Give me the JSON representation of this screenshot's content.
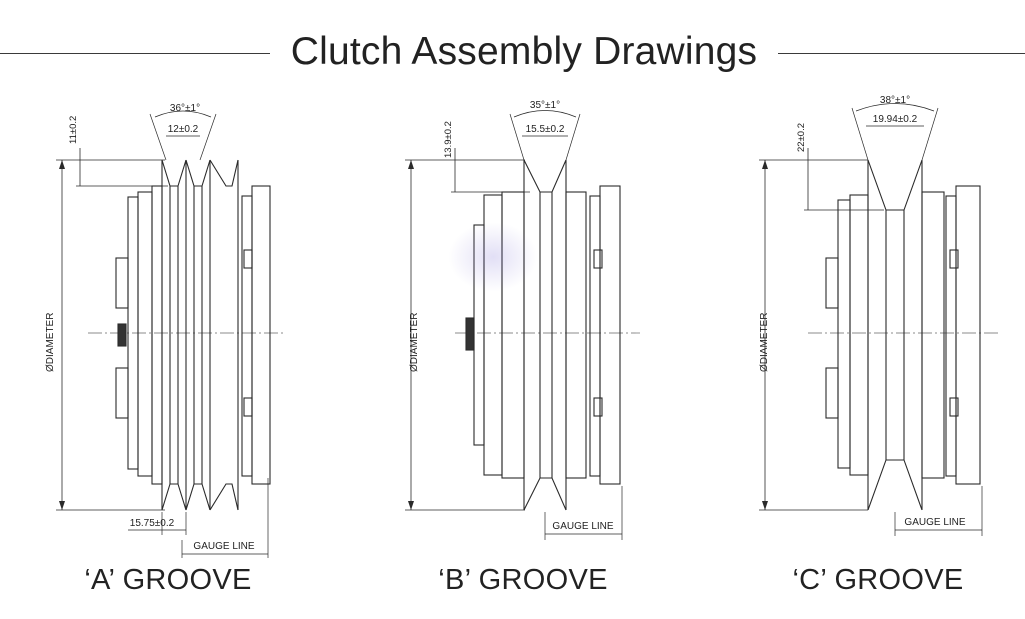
{
  "header": {
    "title": "Clutch Assembly Drawings"
  },
  "drawings": [
    {
      "id": "a",
      "caption": "‘A’ GROOVE",
      "angle": "36°±1°",
      "top_width": "12±0.2",
      "depth": "11±0.2",
      "diameter_label": "ØDIAMETER",
      "bottom_dim": "15.75±0.2",
      "gauge_label": "GAUGE LINE"
    },
    {
      "id": "b",
      "caption": "‘B’ GROOVE",
      "angle": "35°±1°",
      "top_width": "15.5±0.2",
      "depth": "13.9±0.2",
      "diameter_label": "ØDIAMETER",
      "gauge_label": "GAUGE LINE"
    },
    {
      "id": "c",
      "caption": "‘C’ GROOVE",
      "angle": "38°±1°",
      "top_width": "19.94±0.2",
      "depth": "22±0.2",
      "diameter_label": "ØDIAMETER",
      "gauge_label": "GAUGE LINE"
    }
  ]
}
